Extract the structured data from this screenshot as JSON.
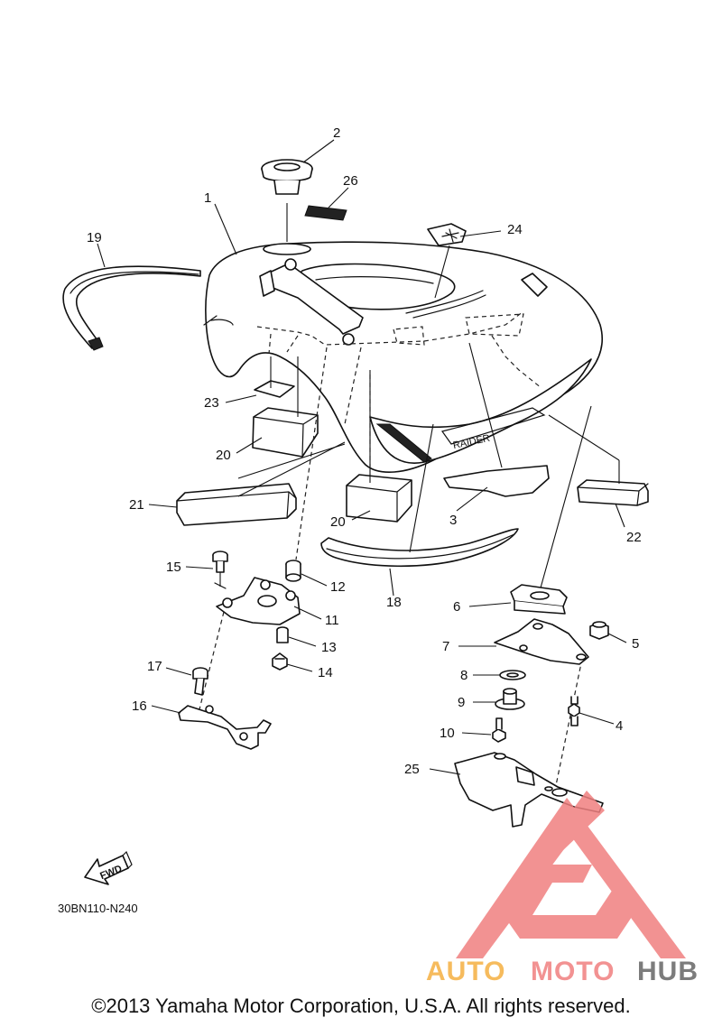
{
  "diagram": {
    "code": "30BN110-N240",
    "direction_label": "FWD",
    "callouts": [
      "1",
      "2",
      "3",
      "4",
      "5",
      "6",
      "7",
      "8",
      "9",
      "10",
      "11",
      "12",
      "13",
      "14",
      "15",
      "16",
      "17",
      "18",
      "19",
      "20",
      "20",
      "21",
      "22",
      "23",
      "24",
      "25",
      "26"
    ],
    "tank_emblem_text": "RAIDER"
  },
  "watermark": {
    "word_part1": "AUTO",
    "word_part2": "MOTO",
    "word_part3": "HUB",
    "color_primary": "#f08080",
    "color_secondary": "#f5b041",
    "color_dark": "#666666"
  },
  "footer": {
    "copyright": "©2013 Yamaha Motor Corporation, U.S.A. All rights reserved."
  }
}
